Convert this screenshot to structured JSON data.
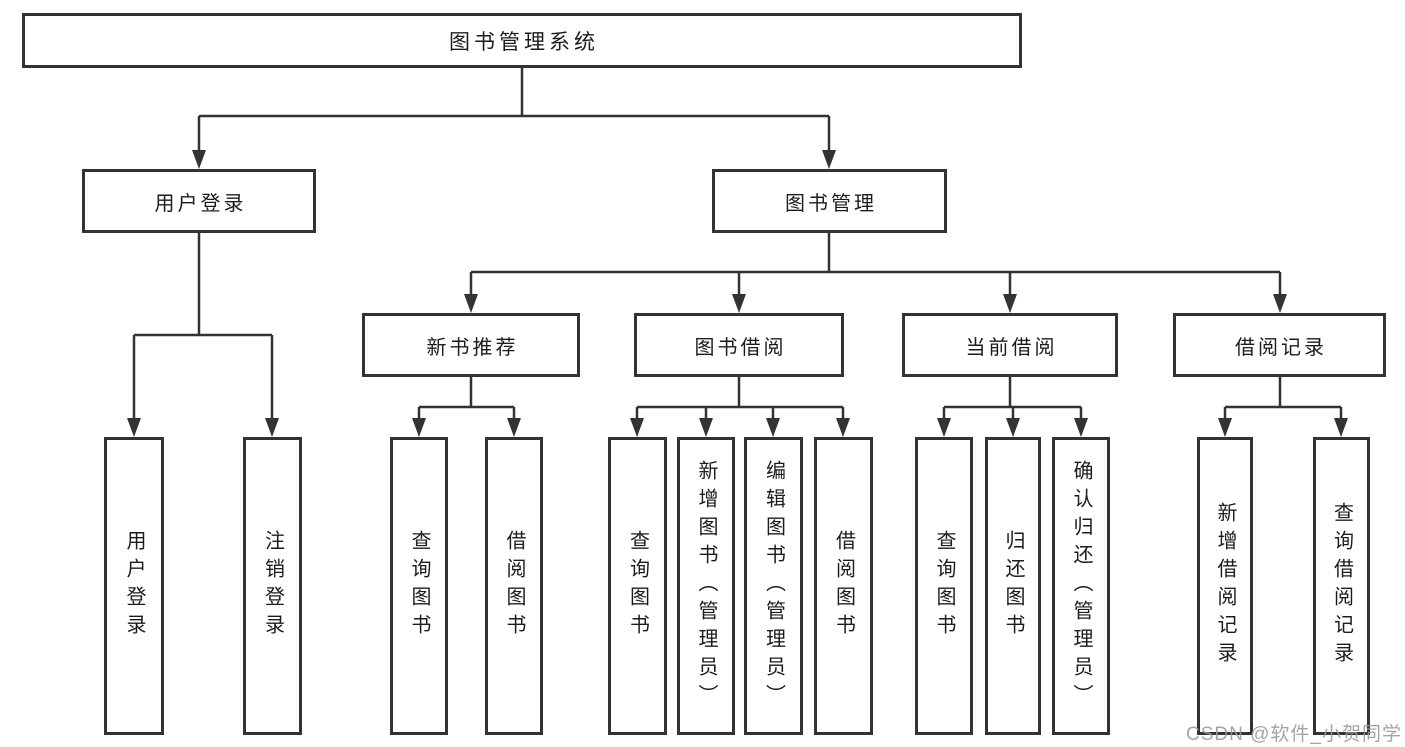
{
  "diagram": {
    "type": "hierarchy-tree",
    "title": "图书管理系统",
    "nodes": [
      {
        "id": "root",
        "label": "图书管理系统",
        "parent": null
      },
      {
        "id": "user-login",
        "label": "用户登录",
        "parent": "root"
      },
      {
        "id": "book-management",
        "label": "图书管理",
        "parent": "root"
      },
      {
        "id": "new-book-recommend",
        "label": "新书推荐",
        "parent": "book-management"
      },
      {
        "id": "book-borrowing",
        "label": "图书借阅",
        "parent": "book-management"
      },
      {
        "id": "current-borrowing",
        "label": "当前借阅",
        "parent": "book-management"
      },
      {
        "id": "borrowing-records",
        "label": "借阅记录",
        "parent": "book-management"
      },
      {
        "id": "leaf-user-login",
        "label": "用户登录",
        "parent": "user-login"
      },
      {
        "id": "leaf-logout",
        "label": "注销登录",
        "parent": "user-login"
      },
      {
        "id": "leaf-query-book-a",
        "label": "查询图书",
        "parent": "new-book-recommend"
      },
      {
        "id": "leaf-borrow-book-a",
        "label": "借阅图书",
        "parent": "new-book-recommend"
      },
      {
        "id": "leaf-query-book-b",
        "label": "查询图书",
        "parent": "book-borrowing"
      },
      {
        "id": "leaf-add-book-admin",
        "label": "新增图书（管理员）",
        "parent": "book-borrowing"
      },
      {
        "id": "leaf-edit-book-admin",
        "label": "编辑图书（管理员）",
        "parent": "book-borrowing"
      },
      {
        "id": "leaf-borrow-book-b",
        "label": "借阅图书",
        "parent": "book-borrowing"
      },
      {
        "id": "leaf-query-book-c",
        "label": "查询图书",
        "parent": "current-borrowing"
      },
      {
        "id": "leaf-return-book",
        "label": "归还图书",
        "parent": "current-borrowing"
      },
      {
        "id": "leaf-confirm-return-admin",
        "label": "确认归还（管理员）",
        "parent": "current-borrowing"
      },
      {
        "id": "leaf-add-borrow-record",
        "label": "新增借阅记录",
        "parent": "borrowing-records"
      },
      {
        "id": "leaf-query-borrow-record",
        "label": "查询借阅记录",
        "parent": "borrowing-records"
      }
    ],
    "colors": {
      "line": "#333333",
      "box_border": "#333333",
      "box_fill": "#ffffff",
      "text": "#1c1c1c",
      "background": "#ffffff",
      "watermark": "#9b9b9b"
    }
  },
  "watermark": {
    "text": "CSDN @软件_小贺同学"
  }
}
